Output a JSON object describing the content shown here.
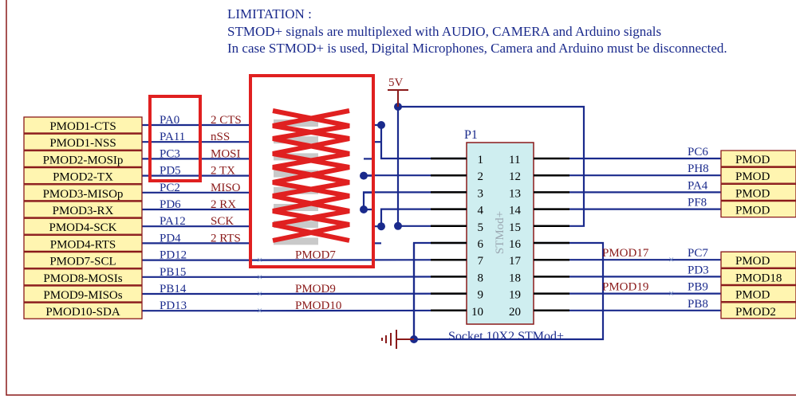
{
  "note": {
    "title": "LIMITATION :",
    "line1": "STMOD+ signals are multiplexed with AUDIO, CAMERA and Arduino signals",
    "line2": "In case STMOD+ is used, Digital Microphones, Camera and Arduino must be disconnected."
  },
  "power": {
    "label": "5V"
  },
  "connector": {
    "designator": "P1",
    "body_text": "STMod+",
    "caption": "Socket 10X2 STMod+",
    "pins_left": [
      "1",
      "2",
      "3",
      "4",
      "5",
      "6",
      "7",
      "8",
      "9",
      "10"
    ],
    "pins_right": [
      "11",
      "12",
      "13",
      "14",
      "15",
      "16",
      "17",
      "18",
      "19",
      "20"
    ]
  },
  "left_ports": [
    "PMOD1-CTS",
    "PMOD1-NSS",
    "PMOD2-MOSIp",
    "PMOD2-TX",
    "PMOD3-MISOp",
    "PMOD3-RX",
    "PMOD4-SCK",
    "PMOD4-RTS",
    "PMOD7-SCL",
    "PMOD8-MOSIs",
    "PMOD9-MISOs",
    "PMOD10-SDA"
  ],
  "pins": [
    "PA0",
    "PA11",
    "PC3",
    "PD5",
    "PC2",
    "PD6",
    "PA12",
    "PD4",
    "PD12",
    "PB15",
    "PB14",
    "PD13"
  ],
  "net_labels": [
    "2_CTS",
    "nSS",
    "MOSI",
    "2_TX",
    "MISO",
    "2_RX",
    "SCK",
    "2_RTS"
  ],
  "pmod_nets": [
    "PMOD7",
    "PMOD9",
    "PMOD10"
  ],
  "right_pins": [
    "PC6",
    "PH8",
    "PA4",
    "PF8",
    "PC7",
    "PD3",
    "PB9",
    "PB8"
  ],
  "right_nets": [
    "PMOD17",
    "PMOD19"
  ],
  "right_ports": [
    "PMOD",
    "PMOD",
    "PMOD",
    "PMOD",
    "PMOD",
    "PMOD18",
    "PMOD",
    "PMOD2"
  ],
  "colors": {
    "wire": "#1a2a8c",
    "port_fill": "#fff5b0",
    "port_stroke": "#8a1a1a",
    "connector_fill": "#cfeef0",
    "annotation": "#e02020",
    "power": "#8a1a1a"
  }
}
